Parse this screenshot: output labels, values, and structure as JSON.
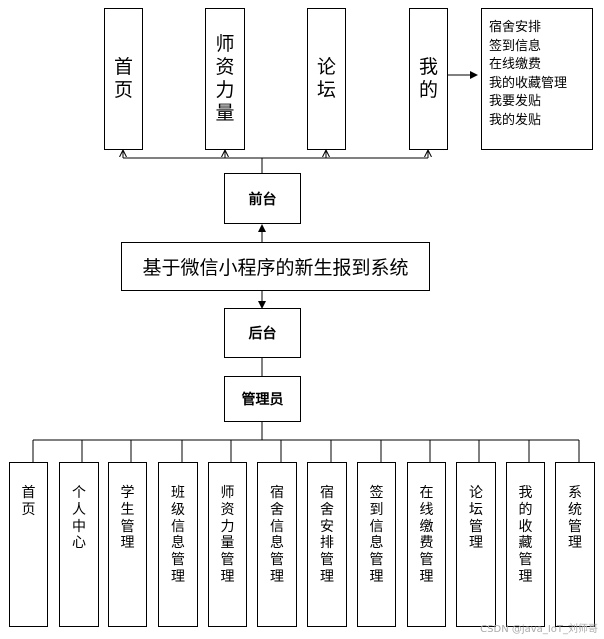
{
  "front_modules": [
    {
      "label": "首页"
    },
    {
      "label": "师资力量"
    },
    {
      "label": "论坛"
    },
    {
      "label": "我的"
    }
  ],
  "my_submenu": [
    "宿舍安排",
    "签到信息",
    "在线缴费",
    "我的收藏管理",
    "我要发贴",
    "我的发贴"
  ],
  "front_label": "前台",
  "system_title": "基于微信小程序的新生报到系统",
  "back_label": "后台",
  "admin_label": "管理员",
  "admin_modules": [
    {
      "label": "首页"
    },
    {
      "label": "个人中心"
    },
    {
      "label": "学生管理"
    },
    {
      "label": "班级信息管理"
    },
    {
      "label": "师资力量管理"
    },
    {
      "label": "宿舍信息管理"
    },
    {
      "label": "宿舍安排管理"
    },
    {
      "label": "签到信息管理"
    },
    {
      "label": "在线缴费管理"
    },
    {
      "label": "论坛管理"
    },
    {
      "label": "我的收藏管理"
    },
    {
      "label": "系统管理"
    }
  ],
  "watermark": "CSDN @java_IoT_刘师哥"
}
